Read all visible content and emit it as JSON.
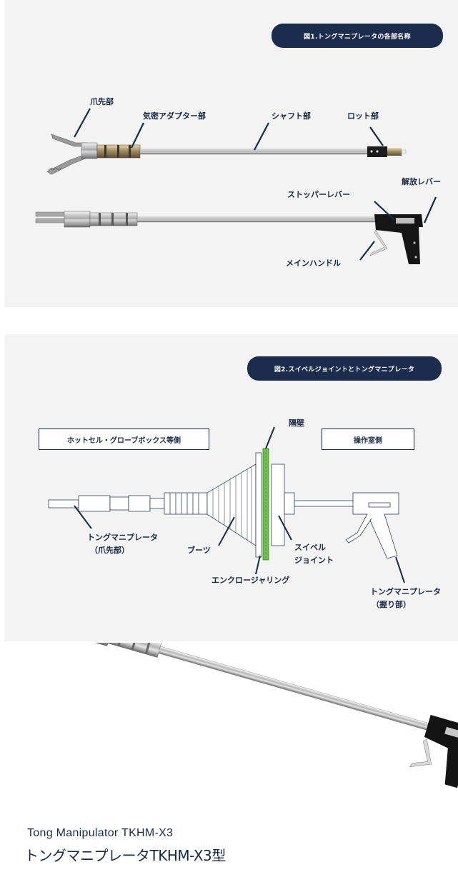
{
  "figure1": {
    "title": "図1.トングマニプレータの各部名称",
    "labels": {
      "claw": "爪先部",
      "airtight_adapter": "気密アダプター部",
      "shaft": "シャフト部",
      "rod": "ロット部",
      "release_lever": "解放レバー",
      "stopper_lever": "ストッパーレバー",
      "main_handle": "メインハンドル"
    }
  },
  "figure2": {
    "title": "図2.スイベルジョイントとトングマニプレータ",
    "side_left": "ホットセル・グローブボックス等側",
    "side_right": "操作室側",
    "labels": {
      "wall": "隔壁",
      "tong_tip_1": "トングマニプレータ",
      "tong_tip_2": "（爪先部）",
      "boots": "ブーツ",
      "swivel_1": "スイベル",
      "swivel_2": "ジョイント",
      "enclosure_ring": "エンクロージャリング",
      "tong_grip_1": "トングマニプレータ",
      "tong_grip_2": "（握り部）"
    }
  },
  "product": {
    "name_en": "Tong Manipulator TKHM-X3",
    "name_jp": "トングマニプレータTKHM-X3型"
  }
}
